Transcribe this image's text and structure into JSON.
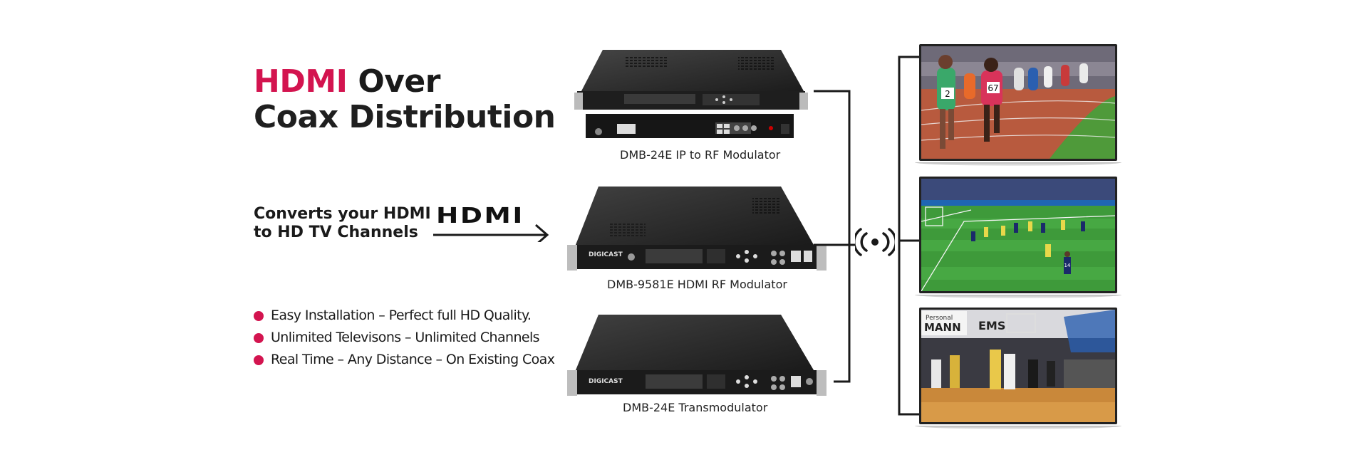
{
  "headline": {
    "accent": "HDMI",
    "line1_rest": " Over",
    "line2": "Coax Distribution"
  },
  "tagline": {
    "line1": "Converts your HDMI",
    "line2": "to HD TV Channels",
    "hdmi_logo": "HDMI"
  },
  "bullets": [
    "Easy Installation – Perfect full HD Quality.",
    "Unlimited Televisons – Unlimited Channels",
    "Real Time – Any Distance – On Existing Coax"
  ],
  "devices": [
    {
      "label": "DMB-24E IP to RF Modulator",
      "brand": ""
    },
    {
      "label": "DMB-9581E HDMI RF Modulator",
      "brand": "DIGICAST"
    },
    {
      "label": "DMB-24E Transmodulator",
      "brand": "DIGICAST"
    }
  ],
  "tvs": [
    {
      "scene": "running-track",
      "bib_numbers": [
        "2",
        "67"
      ]
    },
    {
      "scene": "soccer-field",
      "bib_numbers": [
        "14"
      ]
    },
    {
      "scene": "basketball-court",
      "board_text": [
        "Personal",
        "MANN",
        "EMS"
      ]
    }
  ],
  "colors": {
    "accent": "#d3144f",
    "line": "#1a1a1a",
    "device": "#2a2a2a"
  }
}
